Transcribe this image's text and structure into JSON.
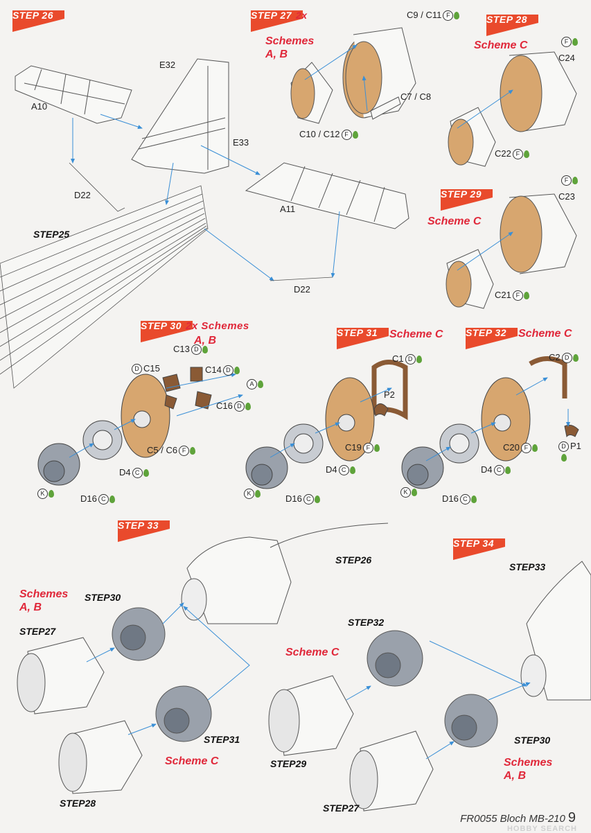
{
  "steps": {
    "s26": "STEP 26",
    "s27": "STEP 27",
    "s27_extra": "2x",
    "s28": "STEP 28",
    "s29": "STEP 29",
    "s30": "STEP 30",
    "s30_extra": "2x Schemes",
    "s31": "STEP 31",
    "s32": "STEP 32",
    "s33": "STEP 33",
    "s34": "STEP 34"
  },
  "schemes": {
    "ab_line1": "Schemes",
    "ab_line2": "A, B",
    "ab_short": "A, B",
    "c": "Scheme C"
  },
  "refs": {
    "step25": "STEP25",
    "step26": "STEP26",
    "step27": "STEP27",
    "step28": "STEP28",
    "step29": "STEP29",
    "step30": "STEP30",
    "step31": "STEP31",
    "step32": "STEP32",
    "step33": "STEP33"
  },
  "parts": {
    "a10": "A10",
    "a11": "A11",
    "e32": "E32",
    "e33": "E33",
    "d22": "D22",
    "c9c11": "C9 / C11",
    "c7c8": "C7 / C8",
    "c10c12": "C10 / C12",
    "c24": "C24",
    "c22": "C22",
    "c23": "C23",
    "c21": "C21",
    "c13": "C13",
    "c15": "C15",
    "c14": "C14",
    "c16": "C16",
    "c5c6": "C5 / C6",
    "d4": "D4",
    "d16": "D16",
    "c1": "C1",
    "p2": "P2",
    "c19": "C19",
    "c2": "C2",
    "c20": "C20",
    "p1": "P1"
  },
  "icons": {
    "f": "F",
    "d": "D",
    "c": "C",
    "a": "A",
    "k": "K"
  },
  "footer": {
    "title": "FR0055 Bloch MB-210",
    "page": "9"
  },
  "watermark": "HOBBY SEARCH",
  "colors": {
    "accent_red": "#e0283a",
    "flag_red": "#e94a2c",
    "arrow_blue": "#3a8fd6",
    "interior_tan": "#d7a66f",
    "part_brown": "#8a5a35",
    "engine_gray": "#8f96a0"
  }
}
